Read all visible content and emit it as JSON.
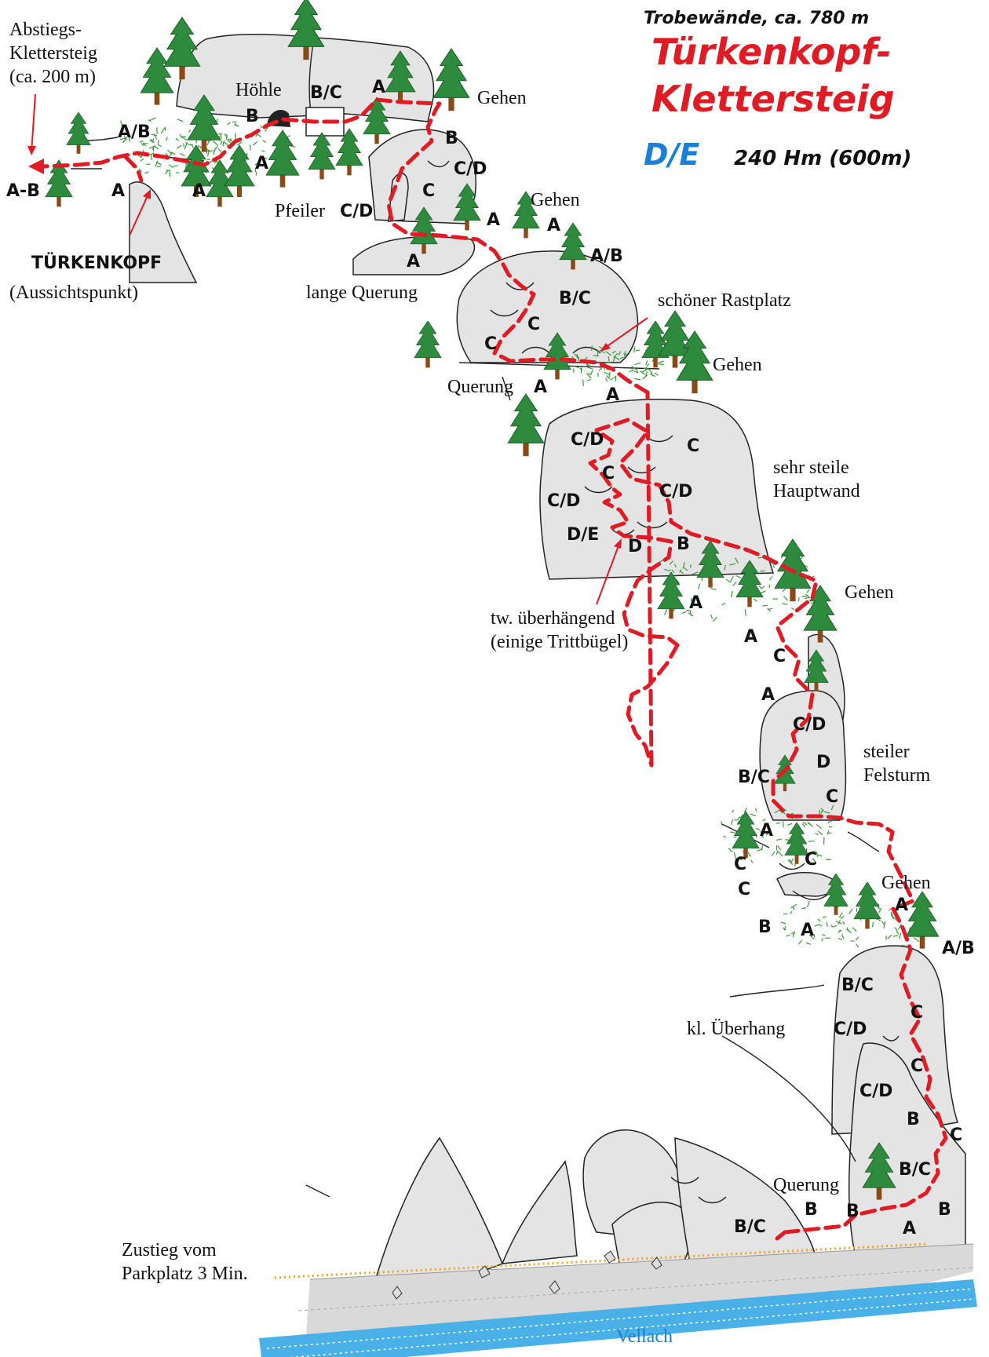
{
  "title": {
    "area_label": "Trobewände, ca. 780 m",
    "name_line1": "Türkenkopf-",
    "name_line2": "Klettersteig",
    "difficulty": "D/E",
    "stats": "240 Hm (600m)"
  },
  "colors": {
    "title_red": "#e01b24",
    "difficulty_blue": "#1a7fd6",
    "route_red": "#e01b24",
    "tree_green": "#2e8b3e",
    "river_blue": "#49b0e8",
    "approach_orange": "#f3a21c"
  },
  "labels": {
    "abstieg_line1": "Abstiegs-",
    "abstieg_line2": "Klettersteig",
    "abstieg_line3": "(ca. 200 m)",
    "exit_grade": "A-B",
    "tuerkenkopf": "TÜRKENKOPF",
    "aussichtspunkt": "(Aussichtspunkt)",
    "hoehle": "Höhle",
    "gehen": "Gehen",
    "pfeiler": "Pfeiler",
    "lange_querung": "lange Querung",
    "rastplatz": "schöner Rastplatz",
    "querung": "Querung",
    "hauptwand_line1": "sehr steile",
    "hauptwand_line2": "Hauptwand",
    "ueberhaengend_line1": "tw. überhängend",
    "ueberhaengend_line2": "(einige Trittbügel)",
    "felsturm_line1": "steiler",
    "felsturm_line2": "Felsturm",
    "ueberhang": "kl. Überhang",
    "zustieg_line1": "Zustieg vom",
    "zustieg_line2": "Parkplatz 3 Min.",
    "river": "Vellach"
  },
  "grades": [
    "A/B",
    "A",
    "A",
    "A",
    "B",
    "B/C",
    "A",
    "B",
    "C/D",
    "C",
    "C/D",
    "A",
    "A",
    "A",
    "A/B",
    "B/C",
    "C",
    "C",
    "A",
    "A",
    "C/D",
    "C",
    "C",
    "C/D",
    "C/D",
    "D/E",
    "D",
    "B",
    "A",
    "A",
    "C",
    "A",
    "C/D",
    "D",
    "B/C",
    "C",
    "A",
    "C",
    "C",
    "C",
    "B",
    "A",
    "A",
    "A/B",
    "B/C",
    "C",
    "C/D",
    "C",
    "C/D",
    "B",
    "C",
    "B/C",
    "B/C",
    "B",
    "B",
    "A",
    "B"
  ]
}
